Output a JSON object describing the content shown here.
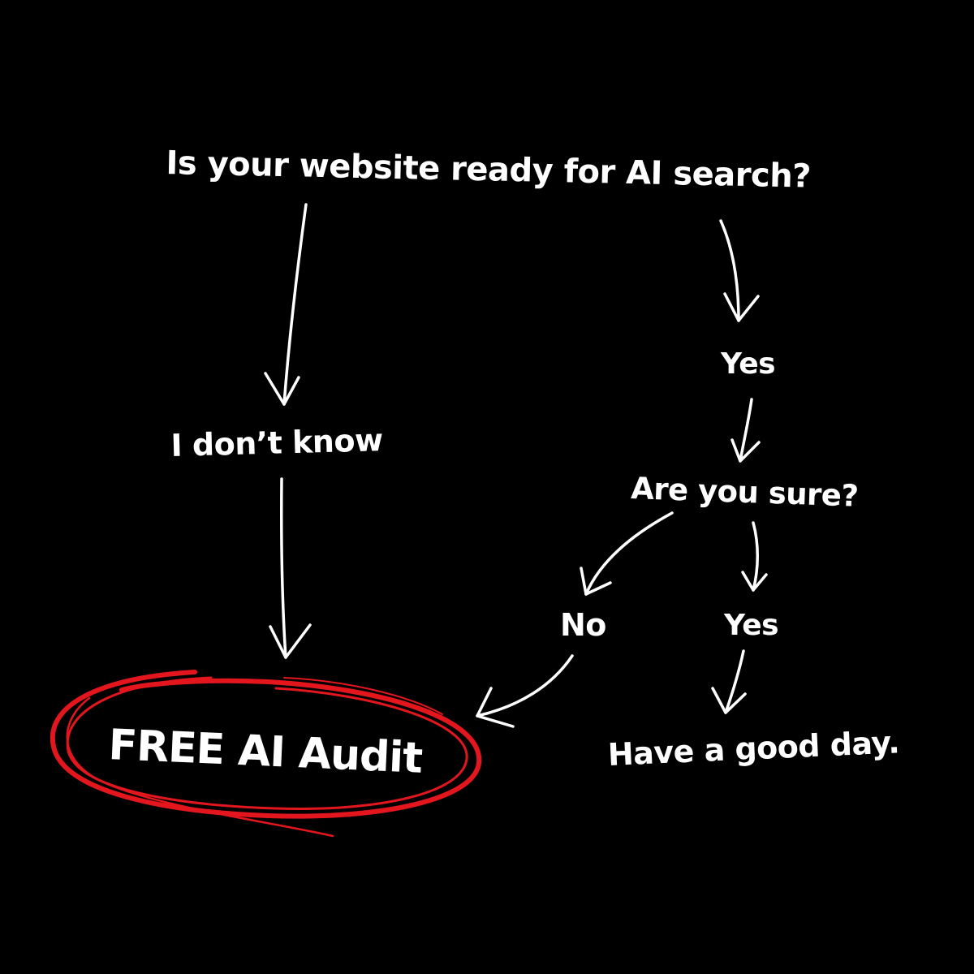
{
  "colors": {
    "background": "#000000",
    "text": "#ffffff",
    "highlight": "#e3161e"
  },
  "flowchart": {
    "question_main": "Is your website ready for AI search?",
    "answer_dont_know": "I don’t know",
    "answer_yes": "Yes",
    "question_sure": "Are you sure?",
    "answer_no": "No",
    "answer_yes_sure": "Yes",
    "outcome_good_day": "Have a good day.",
    "outcome_audit": "FREE AI Audit"
  }
}
